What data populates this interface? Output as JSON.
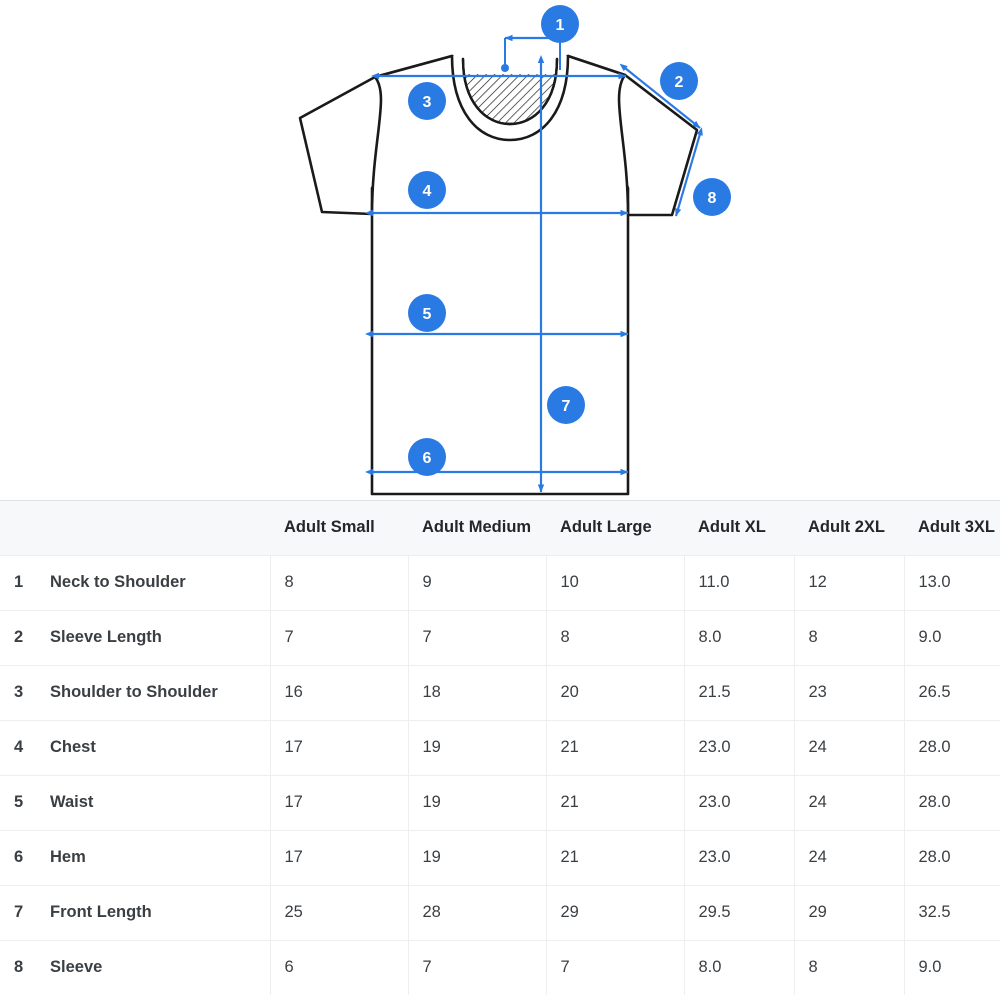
{
  "diagram": {
    "title": "T-Shirt measurement diagram",
    "accent_color": "#2a7ae4",
    "outline_color": "#1a1a1a",
    "badges": [
      {
        "id": "1",
        "label": "1",
        "measure": "Neck to Shoulder"
      },
      {
        "id": "2",
        "label": "2",
        "measure": "Sleeve Length"
      },
      {
        "id": "3",
        "label": "3",
        "measure": "Shoulder to Shoulder"
      },
      {
        "id": "4",
        "label": "4",
        "measure": "Chest"
      },
      {
        "id": "5",
        "label": "5",
        "measure": "Waist"
      },
      {
        "id": "6",
        "label": "6",
        "measure": "Hem"
      },
      {
        "id": "7",
        "label": "7",
        "measure": "Front Length"
      },
      {
        "id": "8",
        "label": "8",
        "measure": "Sleeve"
      }
    ]
  },
  "table": {
    "headers": [
      "",
      "",
      "Adult Small",
      "Adult Medium",
      "Adult Large",
      "Adult XL",
      "Adult 2XL",
      "Adult 3XL"
    ],
    "rows": [
      {
        "num": "1",
        "label": "Neck to Shoulder",
        "values": [
          "8",
          "9",
          "10",
          "11.0",
          "12",
          "13.0"
        ]
      },
      {
        "num": "2",
        "label": "Sleeve Length",
        "values": [
          "7",
          "7",
          "8",
          "8.0",
          "8",
          "9.0"
        ]
      },
      {
        "num": "3",
        "label": "Shoulder to Shoulder",
        "values": [
          "16",
          "18",
          "20",
          "21.5",
          "23",
          "26.5"
        ]
      },
      {
        "num": "4",
        "label": "Chest",
        "values": [
          "17",
          "19",
          "21",
          "23.0",
          "24",
          "28.0"
        ]
      },
      {
        "num": "5",
        "label": "Waist",
        "values": [
          "17",
          "19",
          "21",
          "23.0",
          "24",
          "28.0"
        ]
      },
      {
        "num": "6",
        "label": "Hem",
        "values": [
          "17",
          "19",
          "21",
          "23.0",
          "24",
          "28.0"
        ]
      },
      {
        "num": "7",
        "label": "Front Length",
        "values": [
          "25",
          "28",
          "29",
          "29.5",
          "29",
          "32.5"
        ]
      },
      {
        "num": "8",
        "label": "Sleeve",
        "values": [
          "6",
          "7",
          "7",
          "8.0",
          "8",
          "9.0"
        ]
      }
    ]
  }
}
